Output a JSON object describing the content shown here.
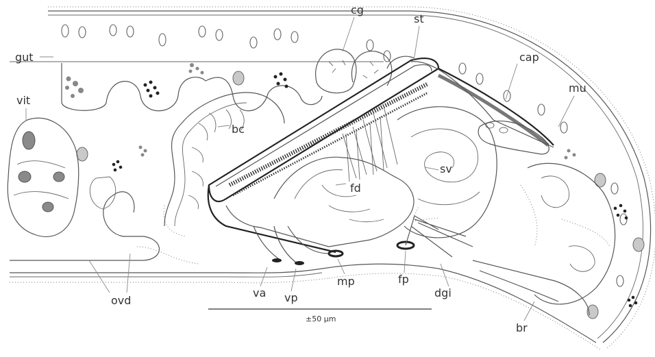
{
  "labels": {
    "cg": "cg",
    "st": "st",
    "gut": "gut",
    "cap": "cap",
    "mu": "mu",
    "vit": "vit",
    "bc": "bc",
    "sv": "sv",
    "fd": "fd",
    "va": "va",
    "vp": "vp",
    "mp": "mp",
    "fp": "fp",
    "dgi": "dgi",
    "ovd": "ovd",
    "br": "br"
  },
  "scale_bar": {
    "label": "±50 µm"
  }
}
